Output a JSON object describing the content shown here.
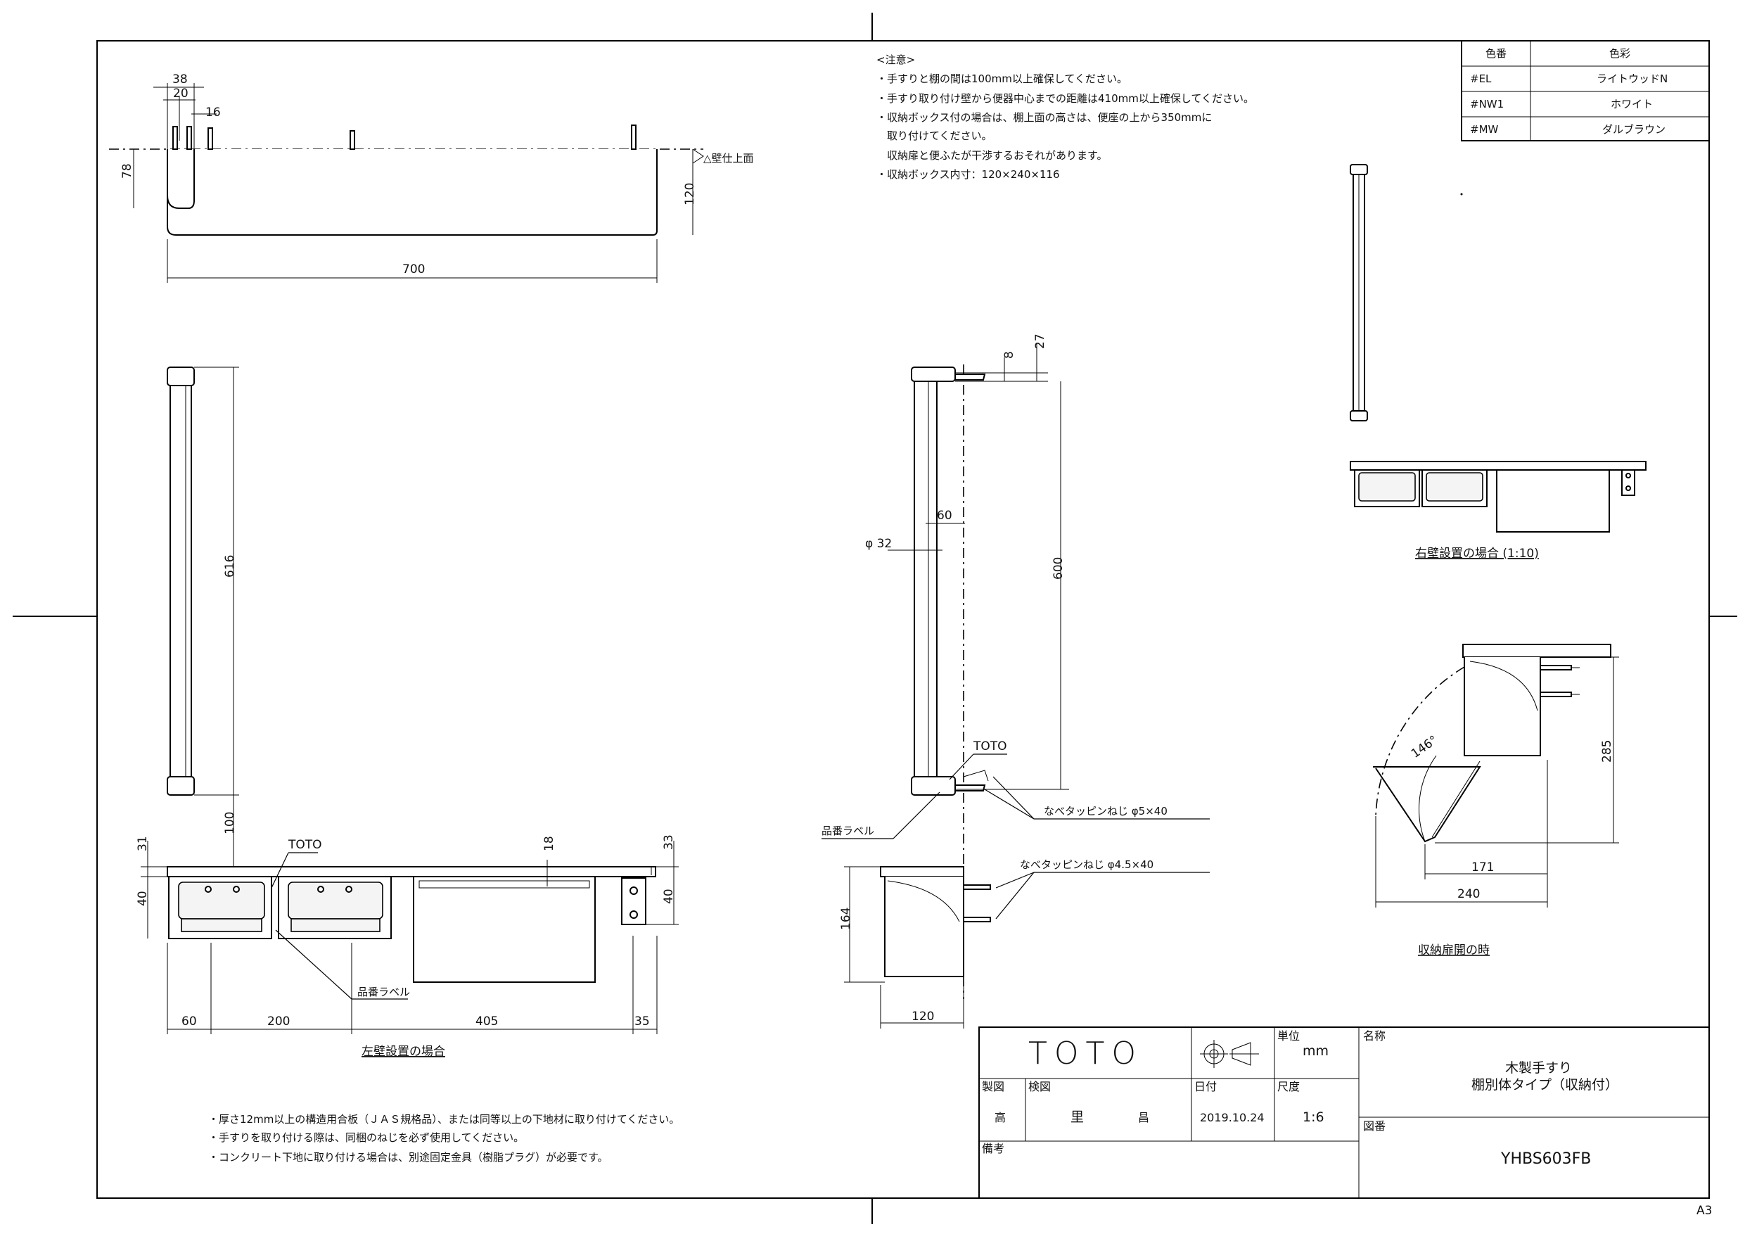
{
  "notice": {
    "header": "<注意>",
    "lines": [
      "・手すりと棚の間は100mm以上確保してください。",
      "・手すり取り付け壁から便器中心までの距離は410mm以上確保してください。",
      "・収納ボックス付の場合は、棚上面の高さは、便座の上から350mmに",
      "　取り付けてください。",
      "　収納扉と便ふたが干渉するおそれがあります。",
      "・収納ボックス内寸：120×240×116"
    ]
  },
  "color_table": {
    "headers": [
      "色番",
      "色彩"
    ],
    "rows": [
      [
        "#EL",
        "ライトウッドN"
      ],
      [
        "#NW1",
        "ホワイト"
      ],
      [
        "#MW",
        "ダルブラウン"
      ]
    ]
  },
  "top_view": {
    "labels": {
      "d38": "38",
      "d20": "20",
      "d16": "16",
      "d78": "78",
      "d120": "120",
      "d700": "700",
      "wall_top": "壁仕上面"
    }
  },
  "rail_view": {
    "d616": "616",
    "d100": "100"
  },
  "front_view": {
    "labels": {
      "toto": "TOTO",
      "d31": "31",
      "d40l": "40",
      "d18": "18",
      "d33": "33",
      "d40r": "40",
      "part_label": "品番ラベル",
      "d60": "60",
      "d200": "200",
      "d405": "405",
      "d35": "35"
    },
    "caption": "左壁設置の場合"
  },
  "side_view": {
    "labels": {
      "d8": "8",
      "d27": "27",
      "d60": "60",
      "phi32": "φ 32",
      "d600": "600",
      "toto": "TOTO",
      "part_label": "品番ラベル",
      "screw5": "なべタッピンねじ φ5×40",
      "screw45": "なべタッピンねじ φ4.5×40",
      "d164": "164",
      "d120": "120"
    }
  },
  "right_view": {
    "caption": "右壁設置の場合 (1:10)"
  },
  "open_view": {
    "labels": {
      "angle": "146°",
      "d285": "285",
      "d171": "171",
      "d240": "240"
    },
    "caption": "収納扉開の時"
  },
  "bottom_notes": [
    "・厚さ12mm以上の構造用合板（ＪＡＳ規格品）、または同等以上の下地材に取り付けてください。",
    "・手すりを取り付ける際は、同梱のねじを必ず使用してください。",
    "・コンクリート下地に取り付ける場合は、別途固定金具（樹脂プラグ）が必要です。"
  ],
  "title_block": {
    "logo": "TOTO",
    "unit_label": "単位",
    "unit": "mm",
    "name_label": "名称",
    "name_line1": "木製手すり",
    "name_line2": "棚別体タイプ（収納付）",
    "made_label": "製図",
    "check_label": "検図",
    "stamp1": "高",
    "stamp2": "里",
    "stamp3": "昌",
    "date_label": "日付",
    "date": "2019.10.24",
    "scale_label": "尺度",
    "scale": "1:6",
    "drawing_no_label": "図番",
    "drawing_no": "YHBS603FB",
    "remarks_label": "備考"
  },
  "paper_size": "A3"
}
